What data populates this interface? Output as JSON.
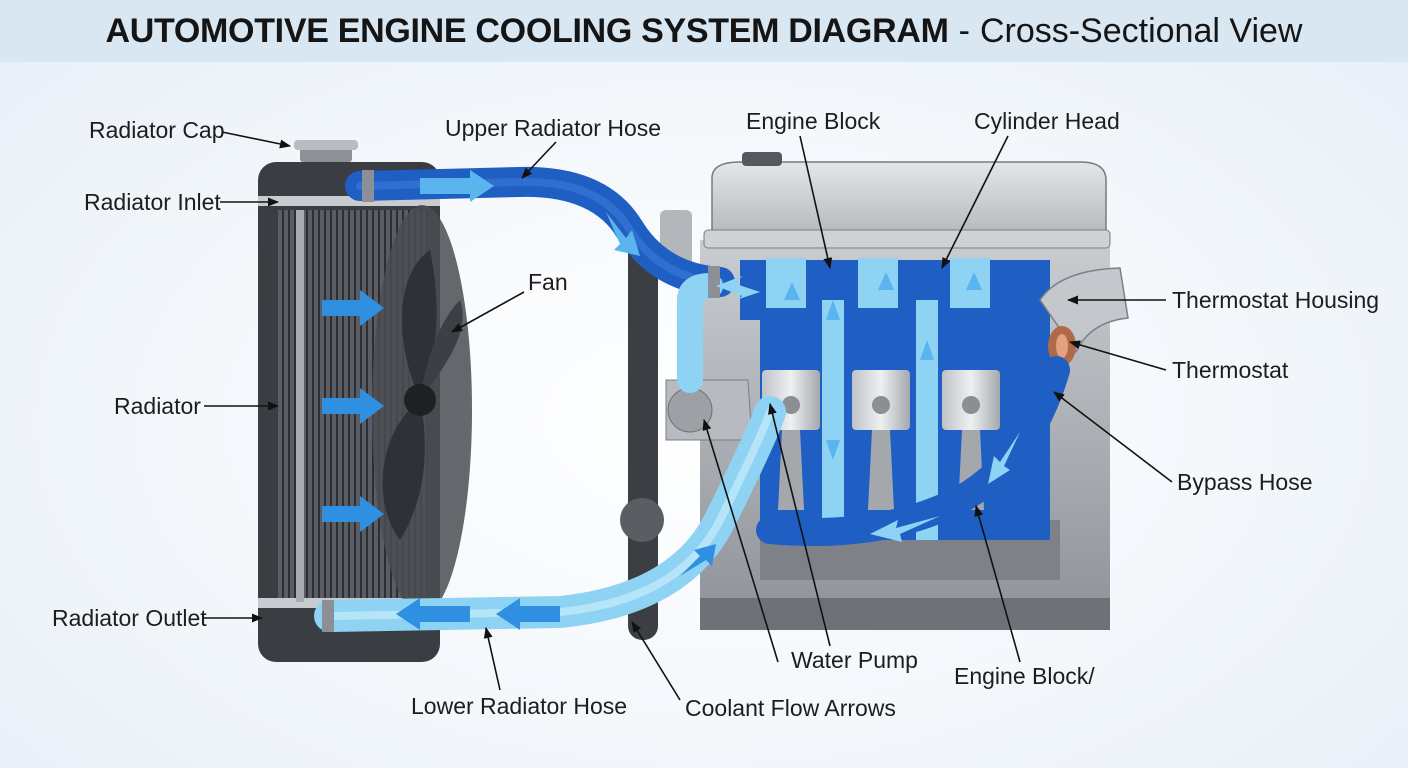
{
  "title": {
    "main": "AUTOMOTIVE ENGINE COOLING SYSTEM DIAGRAM",
    "separator": "-",
    "sub": "Cross-Sectional View"
  },
  "labels": {
    "radiator_cap": "Radiator Cap",
    "radiator_inlet": "Radiator Inlet",
    "radiator": "Radiator",
    "radiator_outlet": "Radiator Outlet",
    "upper_radiator_hose": "Upper Radiator Hose",
    "fan": "Fan",
    "engine_block_top": "Engine Block",
    "cylinder_head": "Cylinder Head",
    "thermostat_housing": "Thermostat Housing",
    "thermostat": "Thermostat",
    "bypass_hose": "Bypass Hose",
    "water_pump": "Water Pump",
    "engine_block_bottom": "Engine Block/",
    "lower_radiator_hose": "Lower Radiator Hose",
    "coolant_flow_arrows": "Coolant Flow Arrows"
  },
  "colors": {
    "hot_coolant": "#1f5fc4",
    "cool_coolant": "#8fd3f4",
    "airflow": "#2f8fe0",
    "radiator_frame": "#3a3d42",
    "engine_metal": "#a9adb2",
    "title_bar": "#d8e7f2"
  }
}
